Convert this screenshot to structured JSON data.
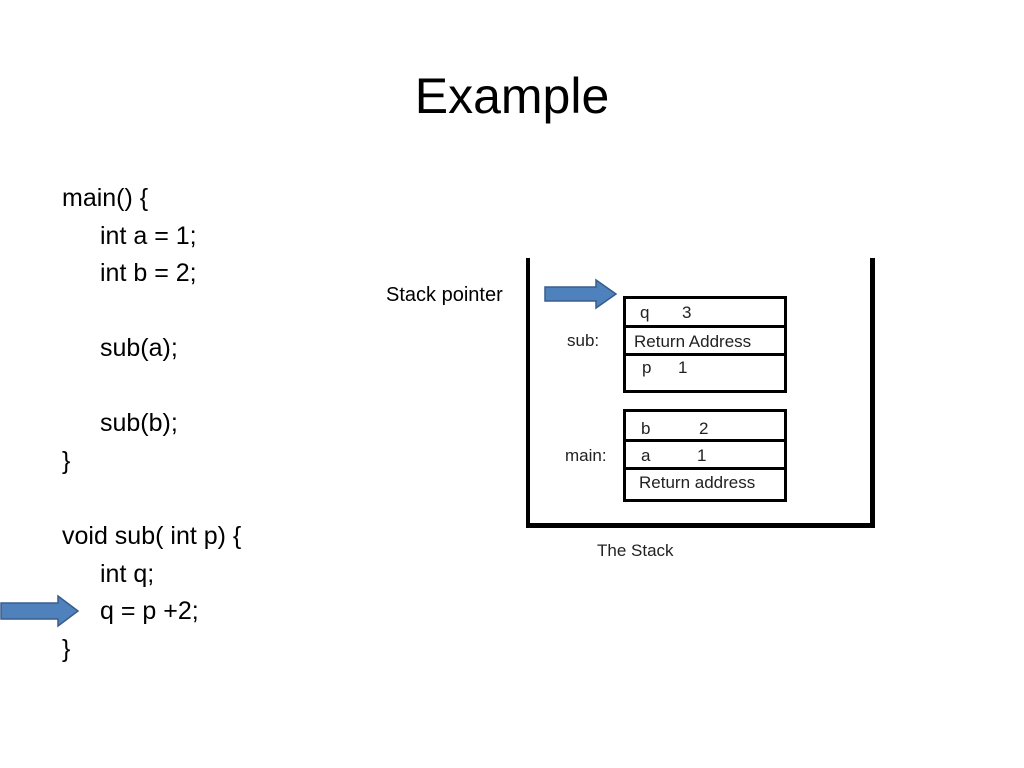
{
  "title": "Example",
  "code": [
    "main() {",
    "int a = 1;",
    "int b = 2;",
    "sub(a);",
    "sub(b);",
    "}",
    "void sub( int p) {",
    "int q;",
    "q = p +2;",
    "}"
  ],
  "stack_pointer_label": "Stack pointer",
  "stack": {
    "caption": "The Stack",
    "frames": [
      {
        "label": "sub:",
        "cells": [
          {
            "name": "q",
            "value": "3"
          },
          {
            "name": "Return Address",
            "value": ""
          },
          {
            "name": "p",
            "value": "1"
          }
        ]
      },
      {
        "label": "main:",
        "cells": [
          {
            "name": "b",
            "value": "2"
          },
          {
            "name": "a",
            "value": "1"
          },
          {
            "name": "Return address",
            "value": ""
          }
        ]
      }
    ]
  },
  "colors": {
    "arrow_fill": "#4f81bd",
    "arrow_stroke": "#385d8a"
  }
}
